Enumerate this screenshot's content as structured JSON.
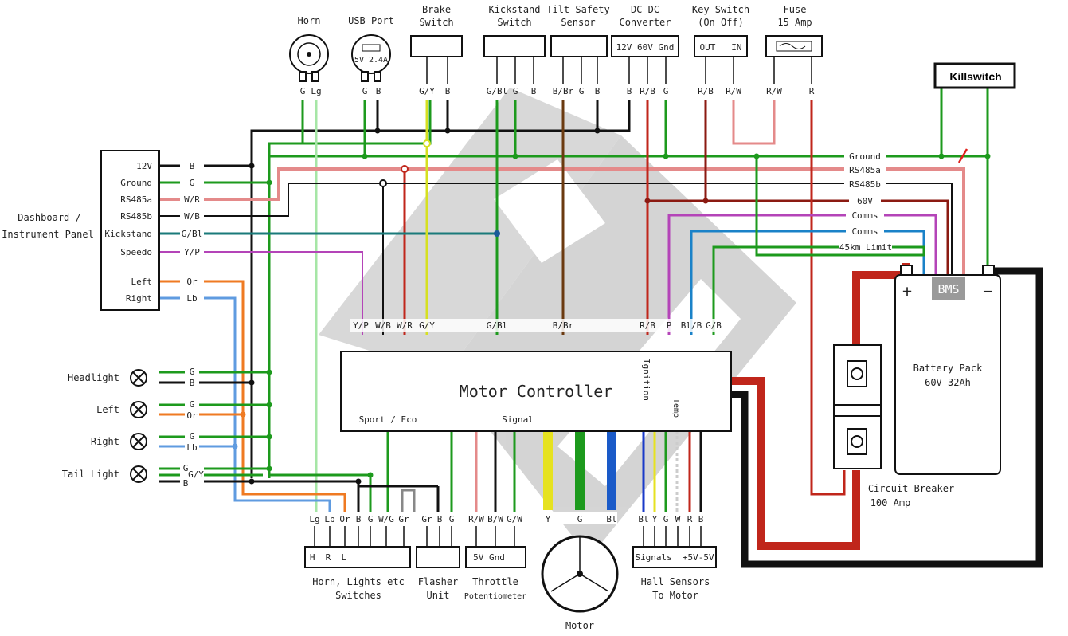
{
  "top_components": [
    {
      "id": "horn",
      "title1": "Horn",
      "title2": "",
      "pins": [
        "G",
        "Lg"
      ]
    },
    {
      "id": "usb",
      "title1": "USB Port",
      "title2": "",
      "inner": "5V 2.4A",
      "pins": [
        "G",
        "B"
      ]
    },
    {
      "id": "brake",
      "title1": "Brake",
      "title2": "Switch",
      "pins": [
        "G/Y",
        "B"
      ]
    },
    {
      "id": "kickstand",
      "title1": "Kickstand",
      "title2": "Switch",
      "pins": [
        "G/Bl",
        "G",
        "B"
      ]
    },
    {
      "id": "tilt",
      "title1": "Tilt Safety",
      "title2": "Sensor",
      "pins": [
        "B/Br",
        "G",
        "B"
      ]
    },
    {
      "id": "dcdc",
      "title1": "DC-DC",
      "title2": "Converter",
      "inner": "12V 60V Gnd",
      "pins": [
        "B",
        "R/B",
        "G"
      ]
    },
    {
      "id": "keyswitch",
      "title1": "Key Switch",
      "title2": "(On Off)",
      "inner": "OUT   IN",
      "pins": [
        "R/B",
        "R/W"
      ]
    },
    {
      "id": "fuse",
      "title1": "Fuse",
      "title2": "15 Amp",
      "pins": [
        "R/W",
        "R"
      ]
    }
  ],
  "dashboard": {
    "title1": "Dashboard /",
    "title2": "Instrument Panel",
    "inner_labels": [
      "12V",
      "Ground",
      "RS485a",
      "RS485b",
      "Kickstand",
      "Speedo",
      "Left",
      "Right"
    ],
    "wire_labels": [
      "B",
      "G",
      "W/R",
      "W/B",
      "G/Bl",
      "Y/P",
      "Or",
      "Lb"
    ]
  },
  "lights": [
    {
      "label": "Headlight",
      "wires": [
        "G",
        "B"
      ]
    },
    {
      "label": "Left",
      "wires": [
        "G",
        "Or"
      ]
    },
    {
      "label": "Right",
      "wires": [
        "G",
        "Lb"
      ]
    },
    {
      "label": "Tail Light",
      "wires": [
        "G",
        "G/Y",
        "B"
      ]
    }
  ],
  "controller": {
    "title": "Motor Controller",
    "sport_eco": "Sport / Eco",
    "signal": "Signal",
    "ignition": "Ignition",
    "temp": "Temp",
    "top_pins": [
      "Y/P",
      "W/B",
      "W/R",
      "G/Y",
      "G/Bl",
      "B/Br",
      "R/B",
      "P",
      "Bl/B",
      "G/B"
    ]
  },
  "battery_bus": [
    "Ground",
    "RS485a",
    "RS485b",
    "60V",
    "Comms",
    "Comms",
    "45km Limit"
  ],
  "killswitch": "Killswitch",
  "battery": {
    "plus": "+",
    "bms": "BMS",
    "minus": "−",
    "title1": "Battery Pack",
    "title2": "60V 32Ah"
  },
  "breaker": {
    "title1": "Circuit Breaker",
    "title2": "100 Amp"
  },
  "bottom": {
    "switch_pins": [
      "Lg",
      "Lb",
      "Or",
      "B",
      "G",
      "W/G",
      "Gr"
    ],
    "switch_inner": "H  R  L",
    "switch_title1": "Horn, Lights etc",
    "switch_title2": "Switches",
    "flasher_pins": [
      "Gr",
      "B",
      "G"
    ],
    "flasher_title1": "Flasher",
    "flasher_title2": "Unit",
    "throttle_pins": [
      "R/W",
      "B/W",
      "G/W"
    ],
    "throttle_inner": "5V Gnd",
    "throttle_title1": "Throttle",
    "throttle_title2": "Potentiometer",
    "motor_pins": [
      "Y",
      "G",
      "Bl"
    ],
    "motor_title": "Motor",
    "hall_pins": [
      "Bl",
      "Y",
      "G",
      "W",
      "R",
      "B"
    ],
    "hall_inner": "Signals  +5V-5V",
    "hall_title1": "Hall Sensors",
    "hall_title2": "To Motor"
  },
  "colors": {
    "green": "#1d9a1d",
    "black": "#111111",
    "red": "#c0261b",
    "orange": "#ef7a22",
    "lightblue": "#5f9be0",
    "purple": "#b444b8",
    "blue": "#1a82c8",
    "pink": "#e48a8a",
    "yellow": "#e6e220",
    "watermark": "#c8c8c8"
  }
}
